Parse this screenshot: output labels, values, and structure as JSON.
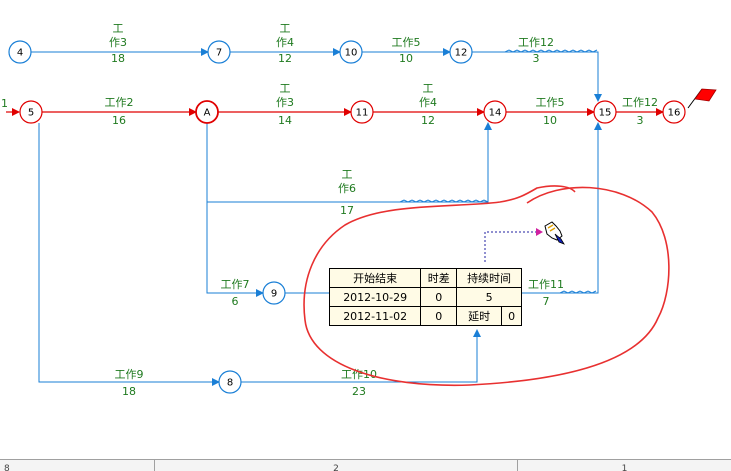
{
  "colors": {
    "critical": "#e00000",
    "normal": "#1a7fd6",
    "label": "#1f7a1f",
    "annotation": "#e03030",
    "flag": "#ff0000"
  },
  "nodes": [
    {
      "id": "4",
      "text": "4",
      "critical": false
    },
    {
      "id": "7",
      "text": "7",
      "critical": false
    },
    {
      "id": "10",
      "text": "10",
      "critical": false
    },
    {
      "id": "12",
      "text": "12",
      "critical": false
    },
    {
      "id": "5",
      "text": "5",
      "critical": true
    },
    {
      "id": "A",
      "text": "A",
      "critical": true
    },
    {
      "id": "11",
      "text": "11",
      "critical": true
    },
    {
      "id": "14",
      "text": "14",
      "critical": true
    },
    {
      "id": "15",
      "text": "15",
      "critical": true
    },
    {
      "id": "16",
      "text": "16",
      "critical": true
    },
    {
      "id": "9",
      "text": "9",
      "critical": false
    },
    {
      "id": "8",
      "text": "8",
      "critical": false
    }
  ],
  "edges": [
    {
      "id": "e-4-7",
      "label": "工作3",
      "duration": "18",
      "critical": false
    },
    {
      "id": "e-7-10",
      "label": "工作4",
      "duration": "12",
      "critical": false
    },
    {
      "id": "e-10-12",
      "label": "工作5",
      "duration": "10",
      "critical": false
    },
    {
      "id": "e-12-15",
      "label": "工作12",
      "duration": "3",
      "critical": false
    },
    {
      "id": "e-5-A",
      "label": "工作2",
      "duration": "16",
      "critical": true
    },
    {
      "id": "e-A-11",
      "label": "工作3",
      "duration": "14",
      "critical": true
    },
    {
      "id": "e-11-14",
      "label": "工作4",
      "duration": "12",
      "critical": true
    },
    {
      "id": "e-14-15",
      "label": "工作5",
      "duration": "10",
      "critical": true
    },
    {
      "id": "e-15-16",
      "label": "工作12",
      "duration": "3",
      "critical": true
    },
    {
      "id": "e-A-14",
      "label": "工作6",
      "duration": "17",
      "critical": false
    },
    {
      "id": "e-A-9",
      "label": "工作7",
      "duration": "6",
      "critical": false
    },
    {
      "id": "e-9-15",
      "label": "工作11",
      "duration": "7",
      "critical": false
    },
    {
      "id": "e-5-8",
      "label": "工作9",
      "duration": "18",
      "critical": false
    },
    {
      "id": "e-8-9",
      "label": "工作10",
      "duration": "23",
      "critical": false
    }
  ],
  "left_stub": "1",
  "popup": {
    "headers": [
      "开始结束",
      "时差",
      "持续时间"
    ],
    "row1": {
      "date": "2012-10-29",
      "slack": "0",
      "duration": "5"
    },
    "row2": {
      "date": "2012-11-02",
      "slack": "0",
      "delay_label": "延时",
      "delay_value": "0"
    }
  },
  "statusbar": [
    "8",
    "2",
    "1"
  ],
  "icons": {
    "flag": "red-flag-icon",
    "cursor": "hand-cursor-icon"
  }
}
